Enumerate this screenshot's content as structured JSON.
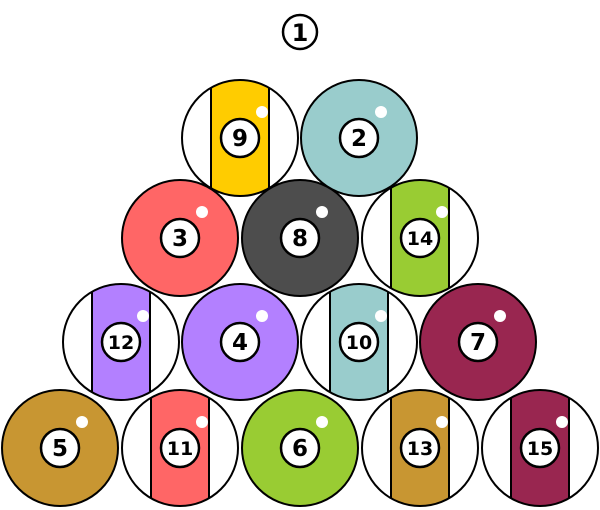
{
  "title_badge": "1",
  "balls": [
    {
      "number": "9",
      "style": "stripe",
      "color": "#FFCC00"
    },
    {
      "number": "2",
      "style": "solid",
      "color": "#99CCCC"
    },
    {
      "number": "3",
      "style": "solid",
      "color": "#FF6666"
    },
    {
      "number": "8",
      "style": "solid",
      "color": "#4D4D4D"
    },
    {
      "number": "14",
      "style": "stripe",
      "color": "#99CC33"
    },
    {
      "number": "12",
      "style": "stripe",
      "color": "#B380FF"
    },
    {
      "number": "4",
      "style": "solid",
      "color": "#B380FF"
    },
    {
      "number": "10",
      "style": "stripe",
      "color": "#99CCCC"
    },
    {
      "number": "7",
      "style": "solid",
      "color": "#992650"
    },
    {
      "number": "5",
      "style": "solid",
      "color": "#C89632"
    },
    {
      "number": "11",
      "style": "stripe",
      "color": "#FF6666"
    },
    {
      "number": "6",
      "style": "solid",
      "color": "#99CC33"
    },
    {
      "number": "13",
      "style": "stripe",
      "color": "#C89632"
    },
    {
      "number": "15",
      "style": "stripe",
      "color": "#992650"
    }
  ]
}
